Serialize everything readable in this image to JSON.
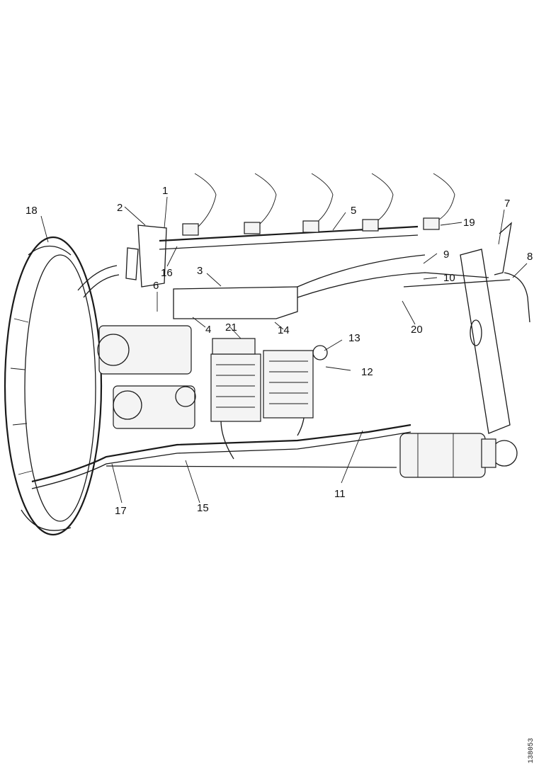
{
  "callouts": [
    "1",
    "2",
    "3",
    "4",
    "5",
    "6",
    "7",
    "8",
    "9",
    "10",
    "11",
    "12",
    "13",
    "14",
    "15",
    "16",
    "17",
    "18",
    "19",
    "20",
    "21"
  ],
  "reference_code": "138053",
  "icons": {
    "flywheel_housing": "flywheel-housing-ring",
    "wiring_harness": "wiring-harness-loom",
    "injector_leads": "injector-connector-leads",
    "starter_motor": "starter-motor",
    "turbocharger": "turbocharger",
    "control_unit": "engine-control-unit"
  },
  "colors": {
    "line": "#1a1a1a",
    "background": "#ffffff"
  }
}
